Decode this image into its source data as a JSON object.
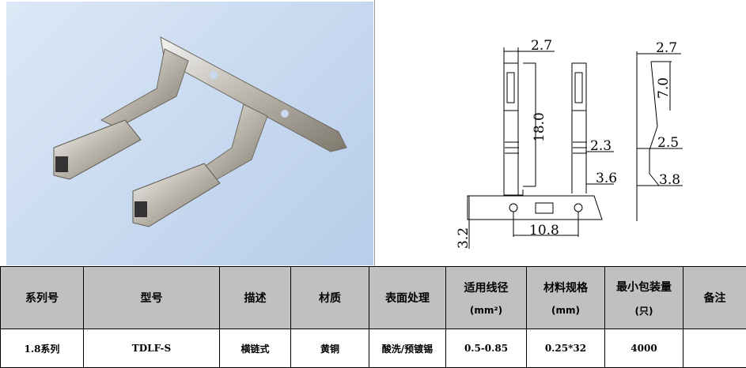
{
  "drawing": {
    "dims": {
      "front_width": "2.7",
      "length": "18.0",
      "crimp": "2.3",
      "base": "3.6",
      "pitch": "10.8",
      "carrier": "3.2",
      "side_width": "2.7",
      "contact": "7.0",
      "side_mid": "2.5",
      "side_base": "3.8"
    }
  },
  "table": {
    "headers": [
      {
        "label": "系列号"
      },
      {
        "label": "型号"
      },
      {
        "label": "描述"
      },
      {
        "label": "材质"
      },
      {
        "label": "表面处理"
      },
      {
        "label": "适用线径",
        "unit": "(mm²)"
      },
      {
        "label": "材料规格",
        "unit": "(mm)"
      },
      {
        "label": "最小包装量",
        "unit": "(只)"
      },
      {
        "label": "备注"
      }
    ],
    "row": [
      "1.8系列",
      "TDLF-S",
      "横链式",
      "黄铜",
      "酸洗/预镀锡",
      "0.5-0.85",
      "0.25*32",
      "4000",
      ""
    ]
  }
}
